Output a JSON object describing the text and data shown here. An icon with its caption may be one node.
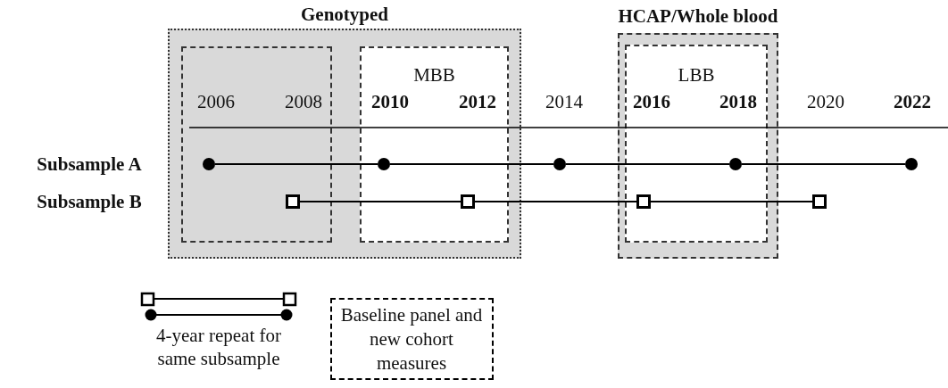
{
  "diagram": {
    "nodes": [
      {
        "text": [
          "Genotyped"
        ]
      },
      {
        "text": [],
        "shape": "box",
        "in": 0
      },
      {
        "text": [
          "MBB"
        ],
        "in": 0
      },
      {
        "text": [
          "HCAP/Whole blood"
        ]
      },
      {
        "text": [
          "LBB"
        ],
        "in": 3
      },
      {
        "text": [],
        "shape": "circle",
        "in": 1
      },
      {
        "text": [],
        "shape": "circle",
        "in": 2
      },
      {
        "text": [],
        "shape": "circle"
      },
      {
        "text": [],
        "shape": "circle",
        "in": 4
      },
      {
        "text": [],
        "shape": "circle"
      },
      {
        "text": [],
        "shape": "box",
        "in": 1
      },
      {
        "text": [],
        "shape": "box",
        "in": 2
      },
      {
        "text": [],
        "shape": "box",
        "in": 4
      },
      {
        "text": [],
        "shape": "box"
      }
    ],
    "edges": [
      {
        "from": 5,
        "to": 6,
        "arrow": "none"
      },
      {
        "from": 6,
        "to": 7,
        "arrow": "none"
      },
      {
        "from": 7,
        "to": 8,
        "arrow": "none"
      },
      {
        "from": 8,
        "to": 9,
        "arrow": "none"
      },
      {
        "from": 10,
        "to": 11,
        "arrow": "none"
      },
      {
        "from": 11,
        "to": 12,
        "arrow": "none"
      },
      {
        "from": 12,
        "to": 13,
        "arrow": "none"
      }
    ],
    "labels": [
      "2006",
      "2008",
      "2010",
      "2012",
      "2014",
      "2016",
      "2018",
      "2020",
      "2022",
      "Subsample A",
      "Subsample B"
    ],
    "legend": [
      {
        "text": "4-year repeat for same subsample"
      },
      {
        "text": "Baseline panel and new cohort measures"
      }
    ]
  }
}
